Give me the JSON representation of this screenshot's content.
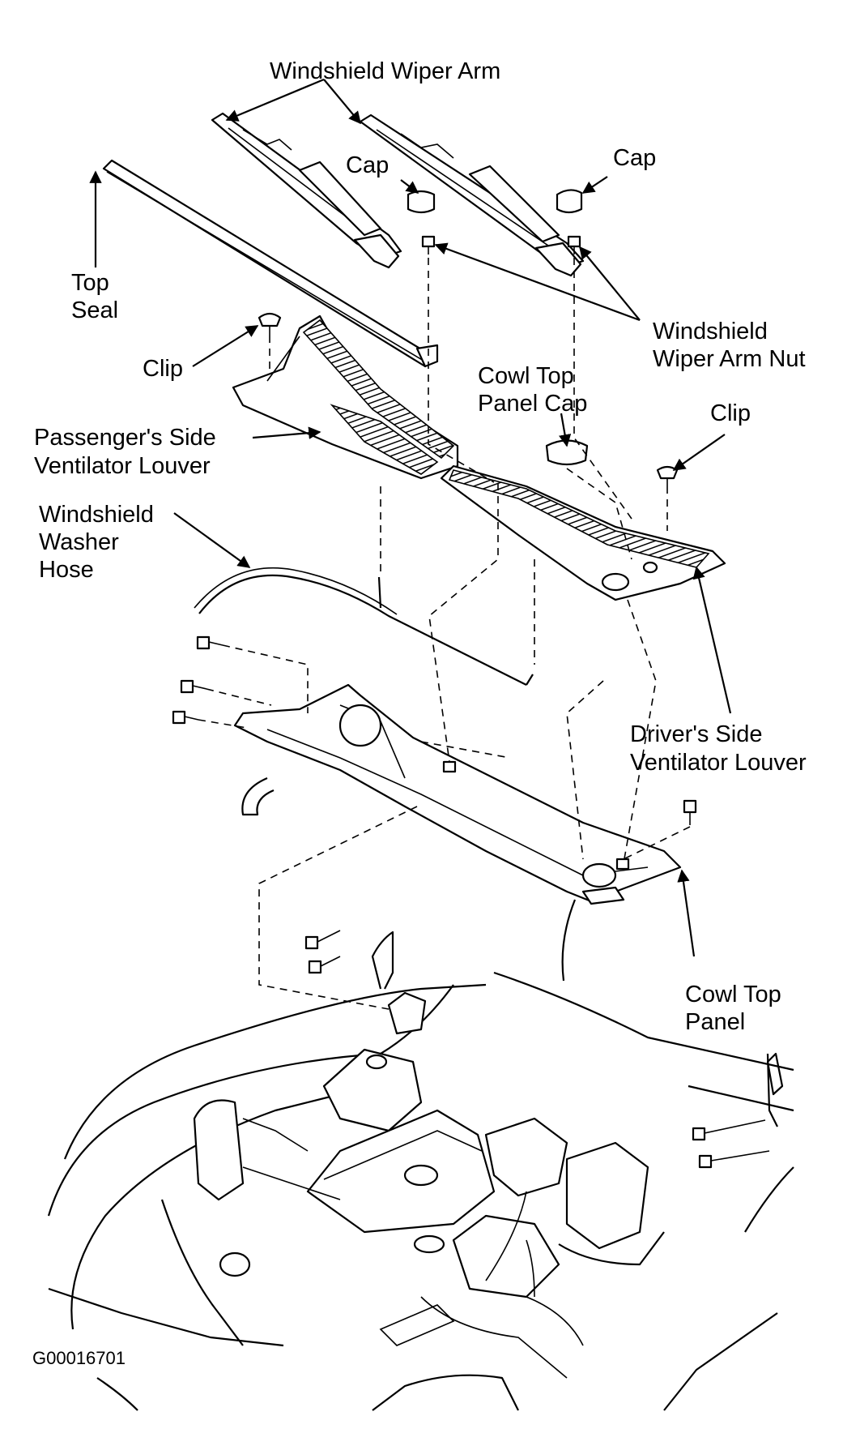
{
  "labels": {
    "wiper_arm": "Windshield Wiper Arm",
    "cap_left": "Cap",
    "cap_right": "Cap",
    "top_seal_1": "Top",
    "top_seal_2": "Seal",
    "arm_nut_1": "Windshield",
    "arm_nut_2": "Wiper Arm Nut",
    "clip_left": "Clip",
    "cowl_cap_1": "Cowl Top",
    "cowl_cap_2": "Panel Cap",
    "clip_right": "Clip",
    "pass_louver_1": "Passenger's Side",
    "pass_louver_2": "Ventilator Louver",
    "washer_hose_1": "Windshield",
    "washer_hose_2": "Washer",
    "washer_hose_3": "Hose",
    "driver_louver_1": "Driver's Side",
    "driver_louver_2": "Ventilator Louver",
    "cowl_panel_1": "Cowl Top",
    "cowl_panel_2": "Panel"
  },
  "figure_code": "G00016701"
}
